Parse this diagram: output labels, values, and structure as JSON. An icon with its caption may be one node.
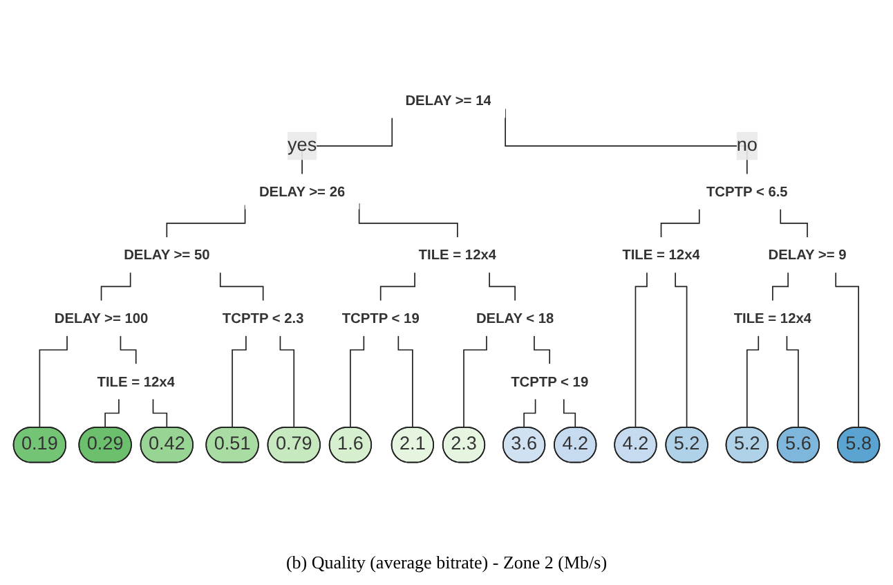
{
  "diagram": {
    "caption": "(b) Quality (average bitrate) - Zone 2 (Mb/s)",
    "nodes": [
      {
        "text": [
          "DELAY >= 14"
        ]
      },
      {
        "text": [
          "DELAY >= 26"
        ]
      },
      {
        "text": [
          "TCPTP < 6.5"
        ]
      },
      {
        "text": [
          "DELAY >= 50"
        ]
      },
      {
        "text": [
          "TILE = 12x4"
        ]
      },
      {
        "text": [
          "TILE = 12x4"
        ]
      },
      {
        "text": [
          "DELAY >= 9"
        ]
      },
      {
        "text": [
          "DELAY >= 100"
        ]
      },
      {
        "text": [
          "TCPTP < 2.3"
        ]
      },
      {
        "text": [
          "TCPTP < 19"
        ]
      },
      {
        "text": [
          "DELAY < 18"
        ]
      },
      {
        "text": [
          "TILE = 12x4"
        ]
      },
      {
        "text": [
          "TILE = 12x4"
        ]
      },
      {
        "text": [
          "TCPTP < 19"
        ]
      },
      {
        "text": [
          "0.19"
        ]
      },
      {
        "text": [
          "0.29"
        ]
      },
      {
        "text": [
          "0.42"
        ]
      },
      {
        "text": [
          "0.51"
        ]
      },
      {
        "text": [
          "0.79"
        ]
      },
      {
        "text": [
          "1.6"
        ]
      },
      {
        "text": [
          "2.1"
        ]
      },
      {
        "text": [
          "2.3"
        ]
      },
      {
        "text": [
          "3.6"
        ]
      },
      {
        "text": [
          "4.2"
        ]
      },
      {
        "text": [
          "4.2"
        ]
      },
      {
        "text": [
          "5.2"
        ]
      },
      {
        "text": [
          "5.2"
        ]
      },
      {
        "text": [
          "5.6"
        ]
      },
      {
        "text": [
          "5.8"
        ]
      }
    ],
    "edges": [
      {
        "from": 0,
        "to": 1,
        "arrow": "none",
        "label": "yes"
      },
      {
        "from": 0,
        "to": 2,
        "arrow": "none",
        "label": "no"
      },
      {
        "from": 1,
        "to": 3,
        "arrow": "none"
      },
      {
        "from": 1,
        "to": 4,
        "arrow": "none"
      },
      {
        "from": 2,
        "to": 5,
        "arrow": "none"
      },
      {
        "from": 2,
        "to": 6,
        "arrow": "none"
      },
      {
        "from": 3,
        "to": 7,
        "arrow": "none"
      },
      {
        "from": 3,
        "to": 8,
        "arrow": "none"
      },
      {
        "from": 4,
        "to": 9,
        "arrow": "none"
      },
      {
        "from": 4,
        "to": 10,
        "arrow": "none"
      },
      {
        "from": 6,
        "to": 12,
        "arrow": "none"
      },
      {
        "from": 7,
        "to": 14,
        "arrow": "none"
      },
      {
        "from": 7,
        "to": 11,
        "arrow": "none"
      },
      {
        "from": 11,
        "to": 15,
        "arrow": "none"
      },
      {
        "from": 11,
        "to": 16,
        "arrow": "none"
      },
      {
        "from": 8,
        "to": 17,
        "arrow": "none"
      },
      {
        "from": 8,
        "to": 18,
        "arrow": "none"
      },
      {
        "from": 9,
        "to": 19,
        "arrow": "none"
      },
      {
        "from": 9,
        "to": 20,
        "arrow": "none"
      },
      {
        "from": 10,
        "to": 21,
        "arrow": "none"
      },
      {
        "from": 10,
        "to": 13,
        "arrow": "none"
      },
      {
        "from": 13,
        "to": 22,
        "arrow": "none"
      },
      {
        "from": 13,
        "to": 23,
        "arrow": "none"
      },
      {
        "from": 5,
        "to": 24,
        "arrow": "none"
      },
      {
        "from": 5,
        "to": 25,
        "arrow": "none"
      },
      {
        "from": 12,
        "to": 26,
        "arrow": "none"
      },
      {
        "from": 12,
        "to": 27,
        "arrow": "none"
      },
      {
        "from": 6,
        "to": 28,
        "arrow": "none"
      }
    ]
  }
}
